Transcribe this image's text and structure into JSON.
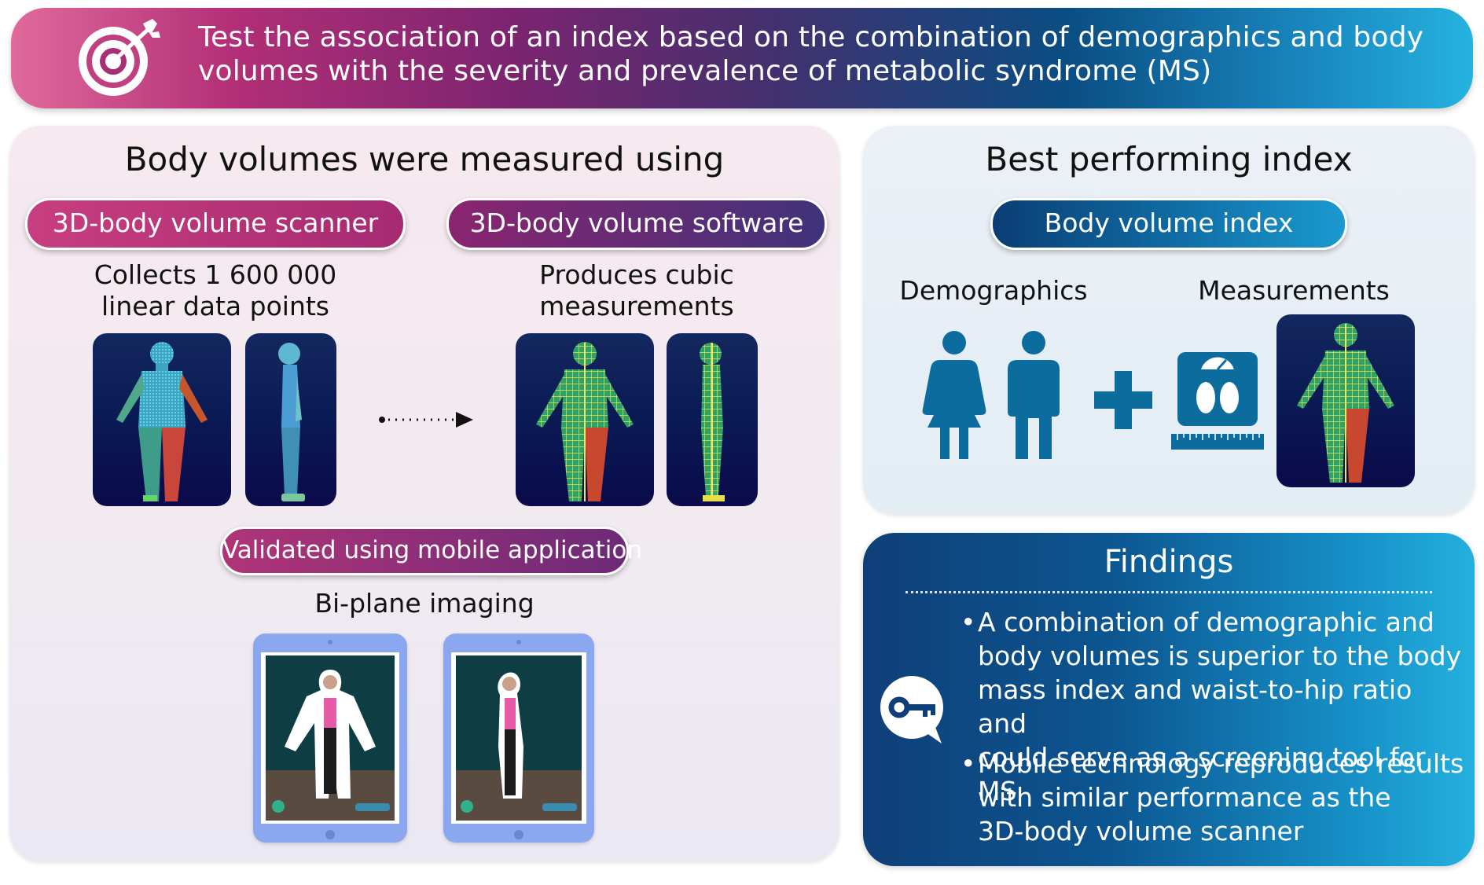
{
  "banner": {
    "text": "Test the association of an index based on the combination of demographics and body volumes with the severity and prevalence of metabolic syndrome (MS)",
    "icon": "target-icon"
  },
  "left_panel": {
    "title": "Body volumes were measured using",
    "scanner": {
      "label": "3D-body volume scanner",
      "desc_line1": "Collects 1 600 000",
      "desc_line2": "linear data points"
    },
    "software": {
      "label": "3D-body volume software",
      "desc_line1": "Produces cubic",
      "desc_line2": "measurements"
    },
    "validation": {
      "label": "Validated using mobile application",
      "caption": "Bi-plane imaging"
    }
  },
  "right_panel": {
    "title": "Best performing index",
    "index_label": "Body volume index",
    "demographics_label": "Demographics",
    "measurements_label": "Measurements"
  },
  "findings": {
    "title": "Findings",
    "bullets": [
      [
        "A combination of demographic and",
        "body volumes is superior to the body",
        "mass index and waist-to-hip ratio and",
        "could serve as a screening tool for MS"
      ],
      [
        "Mobile technology reproduces results",
        "with similar performance as the",
        "3D-body volume scanner"
      ]
    ],
    "bullet_mark": "•",
    "icon": "key-speech-icon"
  },
  "colors": {
    "banner_pink": "#e06a9b",
    "banner_blue": "#25b3df",
    "icon_blue": "#0d6c9e",
    "findings_navy": "#0f3f78"
  }
}
